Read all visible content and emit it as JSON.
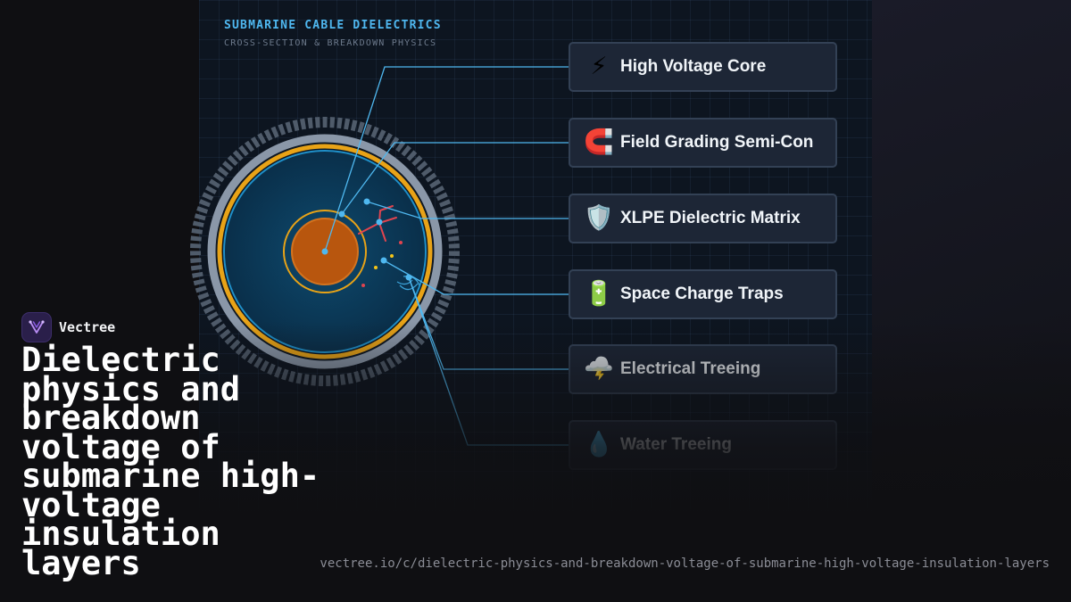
{
  "header": {
    "eyebrow": "SUBMARINE CABLE DIELECTRICS",
    "subtitle": "CROSS-SECTION & BREAKDOWN PHYSICS"
  },
  "layers": [
    {
      "label": "High Voltage Core",
      "icon": "⚡",
      "icon_name": "lightning-icon"
    },
    {
      "label": "Field Grading Semi-Con",
      "icon": "🧲",
      "icon_name": "magnet-icon"
    },
    {
      "label": "XLPE Dielectric Matrix",
      "icon": "🛡️",
      "icon_name": "shield-icon"
    },
    {
      "label": "Space Charge Traps",
      "icon": "🔋",
      "icon_name": "battery-icon"
    },
    {
      "label": "Electrical Treeing",
      "icon": "🌩️",
      "icon_name": "storm-icon"
    },
    {
      "label": "Water Treeing",
      "icon": "💧",
      "icon_name": "water-drop-icon"
    }
  ],
  "brand": {
    "name": "Vectree"
  },
  "title": "Dielectric physics and breakdown voltage of submarine high-voltage insulation layers",
  "url": "vectree.io/c/dielectric-physics-and-breakdown-voltage-of-submarine-high-voltage-insulation-layers",
  "colors": {
    "accent": "#4fb8f0",
    "core": "#b8560e",
    "semicon": "#e8a317",
    "xlpe": "#0e3a57",
    "armor": "#5e6b7c",
    "tree": "#e0444f"
  }
}
